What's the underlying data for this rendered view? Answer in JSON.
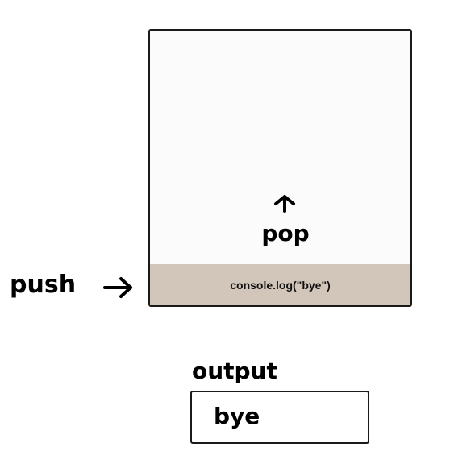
{
  "stack": {
    "frames": [
      {
        "label": "console.log(\"bye\")"
      }
    ],
    "pop_label": "pop",
    "push_label": "push"
  },
  "output": {
    "label": "output",
    "value": "bye"
  },
  "icons": {
    "pop_arrow": "arrow-up-icon",
    "push_arrow": "arrow-right-icon"
  },
  "colors": {
    "frame_fill": "#d2c6ba",
    "stack_background": "#fbfbfb",
    "border": "#1a1a1a"
  }
}
